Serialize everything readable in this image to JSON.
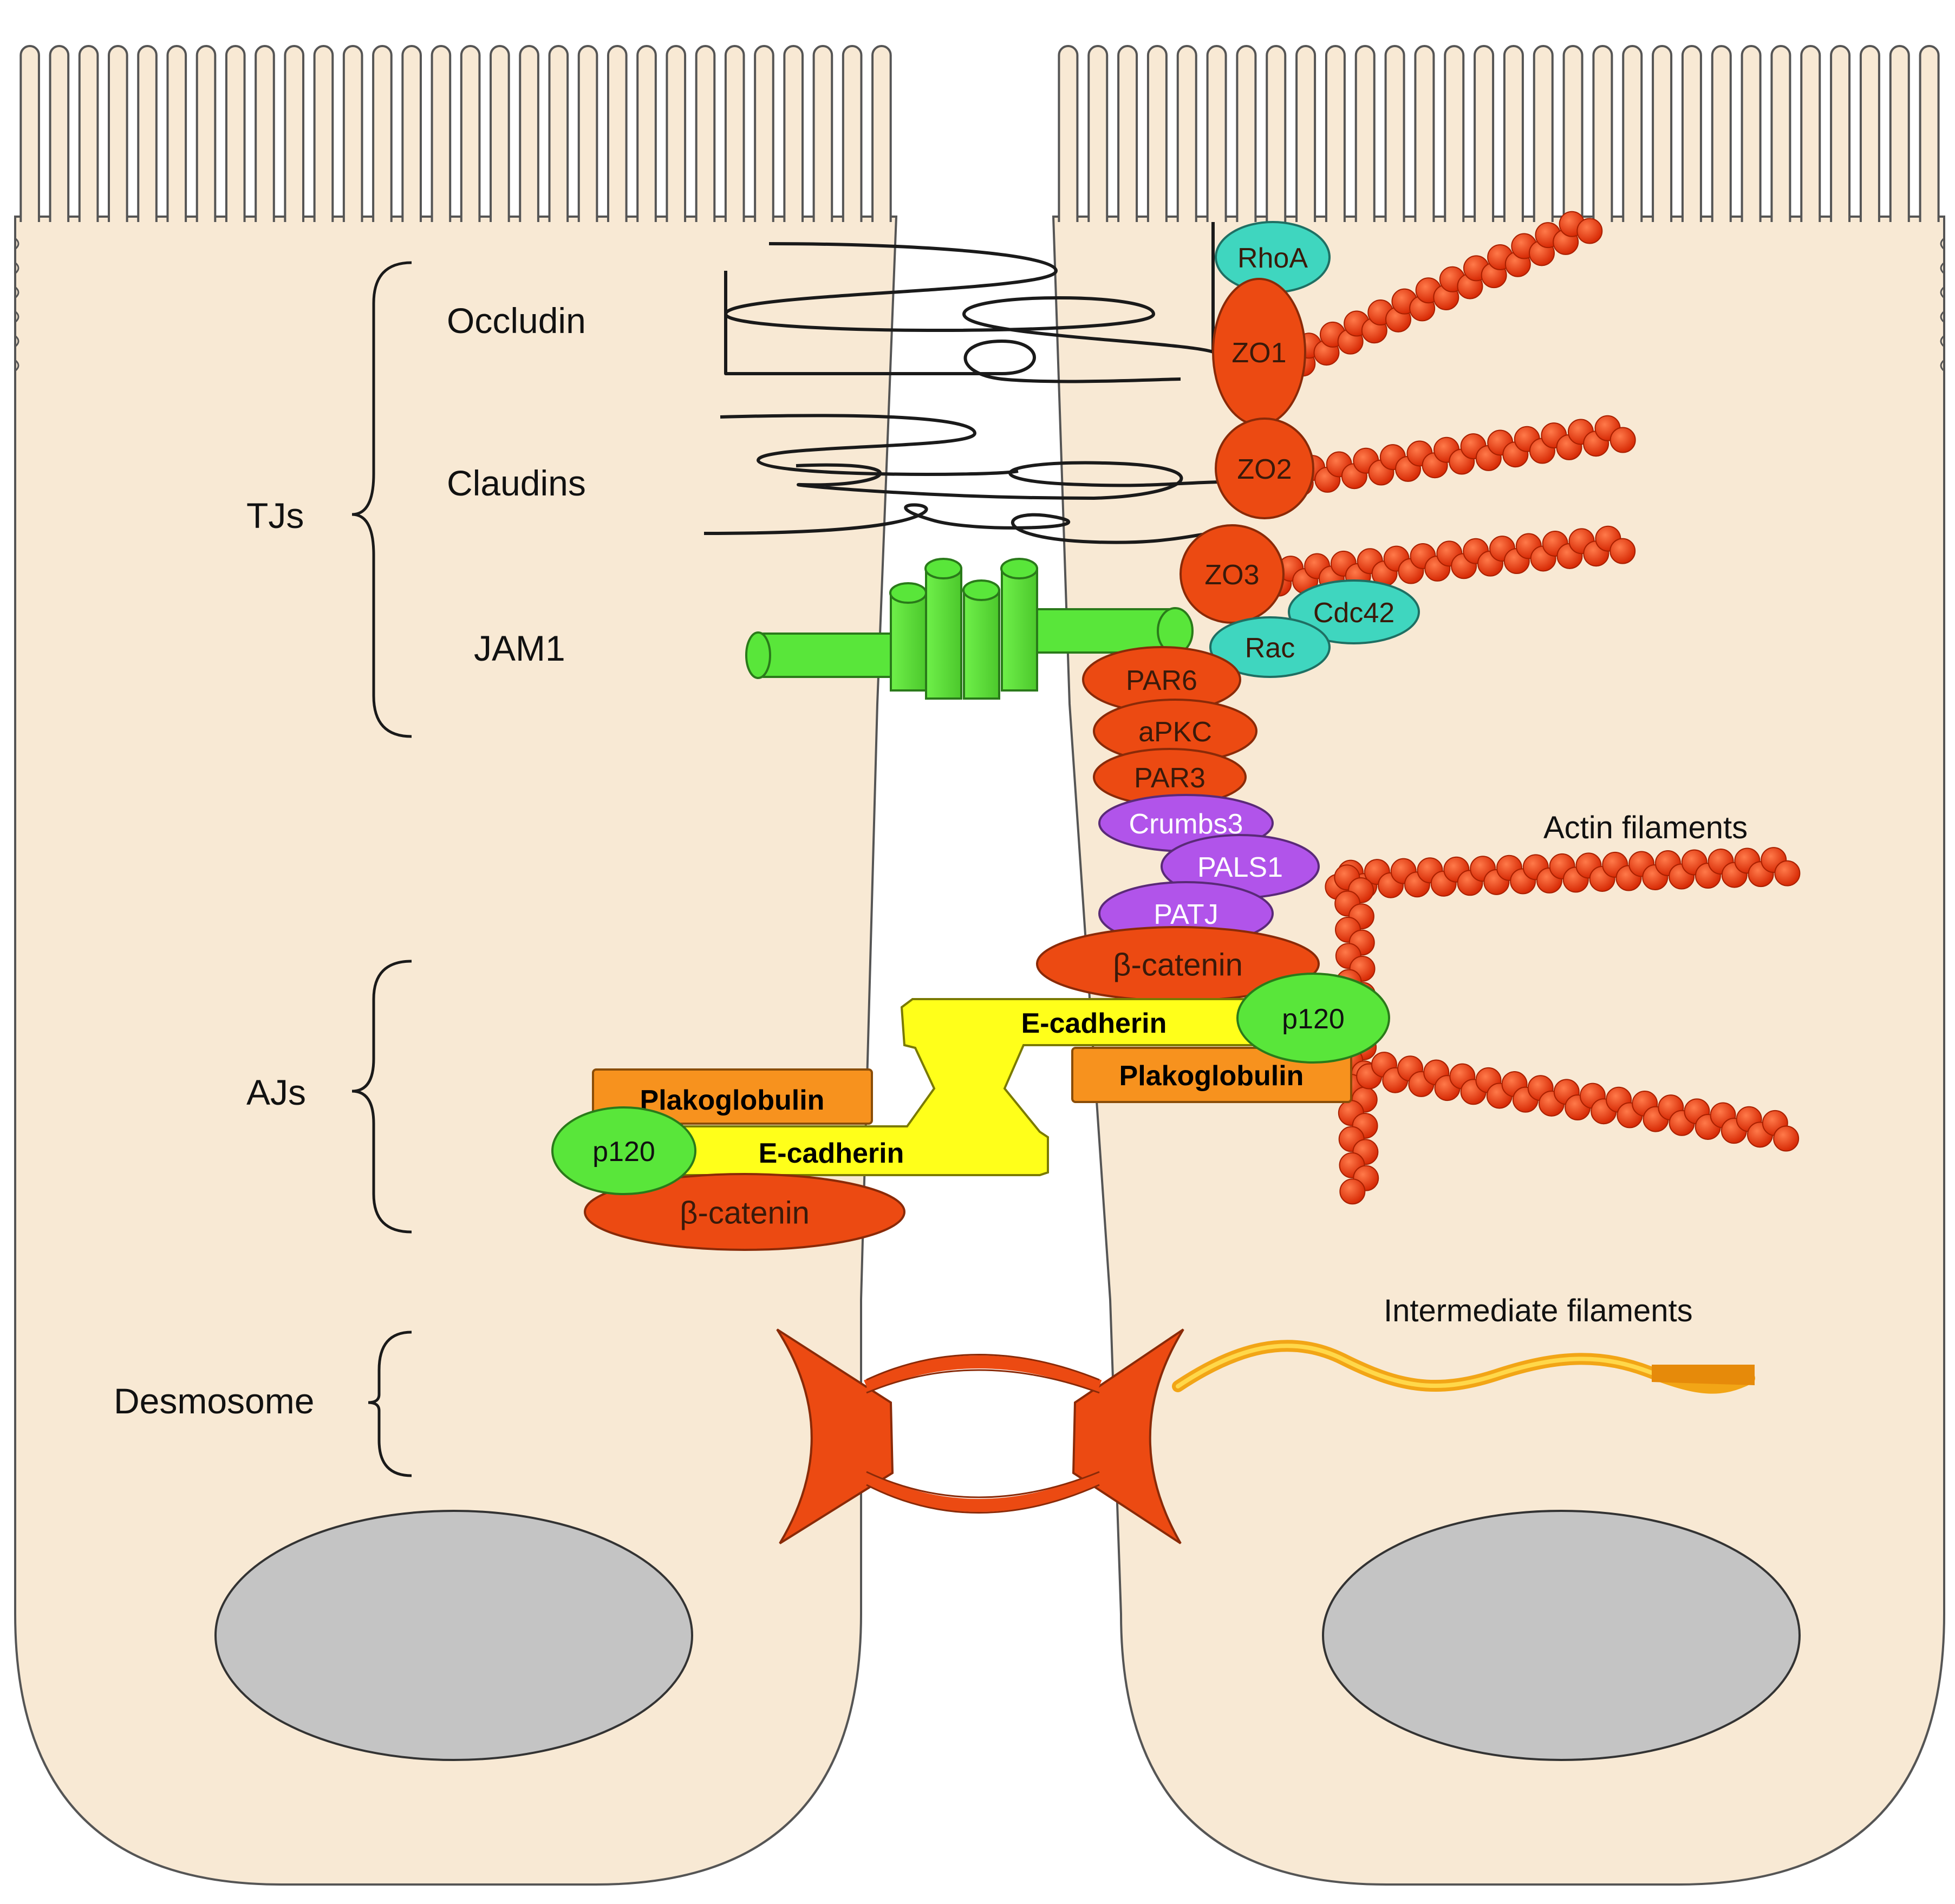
{
  "labels": {
    "occludin": "Occludin",
    "claudins": "Claudins",
    "tjs": "TJs",
    "jam1": "JAM1",
    "ajs": "AJs",
    "desmosome": "Desmosome",
    "actin_filaments": "Actin filaments",
    "intermediate_filaments": "Intermediate filaments"
  },
  "proteins": {
    "rhoa": "RhoA",
    "zo1": "ZO1",
    "zo2": "ZO2",
    "zo3": "ZO3",
    "cdc42": "Cdc42",
    "rac": "Rac",
    "par6": "PAR6",
    "apkc": "aPKC",
    "par3": "PAR3",
    "crumbs3": "Crumbs3",
    "pals1": "PALS1",
    "patj": "PATJ",
    "beta_catenin_right": "β-catenin",
    "beta_catenin_left": "β-catenin",
    "ecadherin_right": "E-cadherin",
    "ecadherin_left": "E-cadherin",
    "p120_right": "p120",
    "p120_left": "p120",
    "plakoglobulin_right": "Plakoglobulin",
    "plakoglobulin_left": "Plakoglobulin"
  },
  "colors": {
    "cell_fill": "#f8e9d4",
    "nucleus_fill": "#c4c4c4",
    "red_protein": "#ec4a12",
    "teal_protein": "#3fd6bf",
    "violet_protein": "#b154ea",
    "green_protein": "#59e63a",
    "yellow_cadherin": "#ffff1a",
    "orange_plakoglobin": "#f7921e",
    "intermediate_filament": "#f2a516"
  }
}
